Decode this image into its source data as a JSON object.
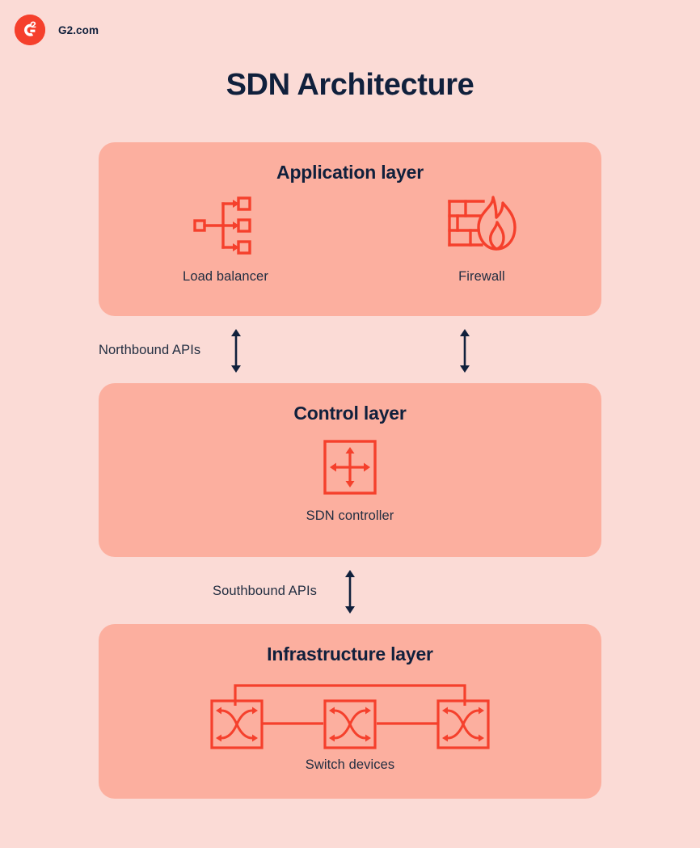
{
  "brand": {
    "logo_icon": "g2-logo-icon",
    "name": "G2.com"
  },
  "page": {
    "title": "SDN Architecture"
  },
  "colors": {
    "background": "#fbdbd6",
    "card": "#fcaf9f",
    "accent": "#f5402c",
    "ink": "#10203c",
    "body_text": "#222e41"
  },
  "layers": [
    {
      "id": "application",
      "title": "Application layer",
      "nodes": [
        {
          "label": "Load balancer",
          "icon": "load-balancer-icon"
        },
        {
          "label": "Firewall",
          "icon": "firewall-icon"
        }
      ]
    },
    {
      "id": "control",
      "title": "Control layer",
      "nodes": [
        {
          "label": "SDN controller",
          "icon": "sdn-controller-icon"
        }
      ]
    },
    {
      "id": "infrastructure",
      "title": "Infrastructure layer",
      "nodes": [
        {
          "label": "Switch devices",
          "icon": "switch-devices-icon"
        }
      ]
    }
  ],
  "connectors": [
    {
      "id": "northbound",
      "label": "Northbound APIs",
      "arrow_icon": "double-headed-vertical-arrow-icon",
      "arrow_count": 2
    },
    {
      "id": "southbound",
      "label": "Southbound APIs",
      "arrow_icon": "double-headed-vertical-arrow-icon",
      "arrow_count": 1
    }
  ]
}
